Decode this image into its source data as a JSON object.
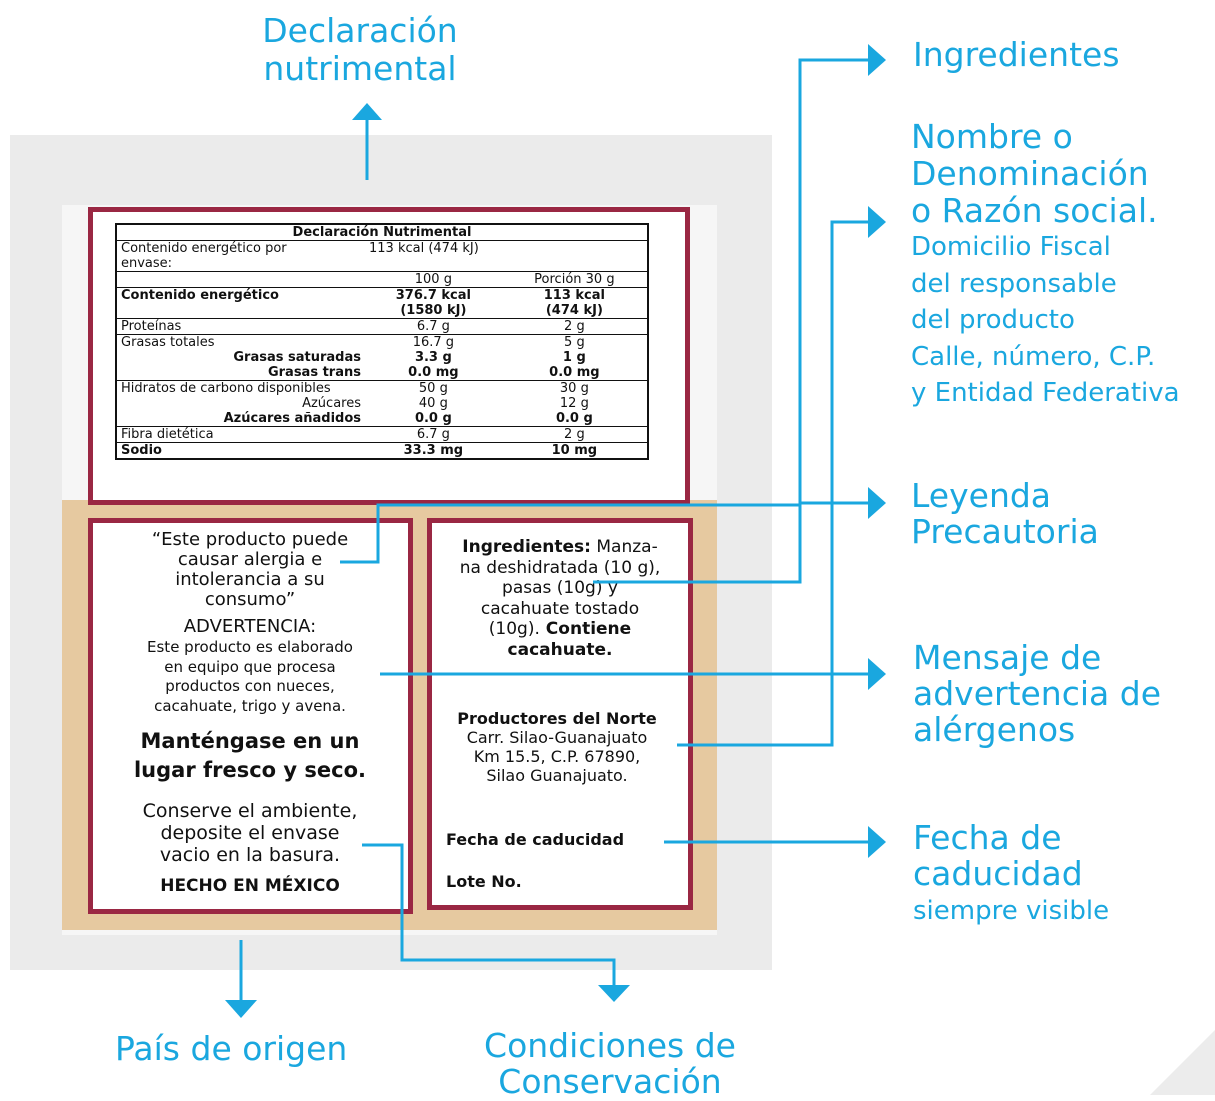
{
  "callouts": {
    "declaracion": [
      "Declaración",
      "nutrimental"
    ],
    "ingredientes": "Ingredientes",
    "nombre": [
      "Nombre o",
      "Denominación",
      "o Razón social."
    ],
    "domicilio": [
      "Domicilio Fiscal",
      "del responsable",
      "del producto",
      "Calle, número, C.P.",
      "y Entidad Federativa"
    ],
    "leyenda": [
      "Leyenda",
      "Precautoria"
    ],
    "mensaje": [
      "Mensaje de",
      "advertencia de",
      "alérgenos"
    ],
    "fecha": [
      "Fecha de",
      "caducidad"
    ],
    "fecha_sub": "siempre visible",
    "pais": "País de origen",
    "condiciones": [
      "Condiciones de",
      "Conservación"
    ]
  },
  "nutrition": {
    "title": "Declaración Nutrimental",
    "energy_per_pack_label_1": "Contenido energético por",
    "energy_per_pack_label_2": "envase:",
    "energy_per_pack_value": "113 kcal (474 kJ)",
    "col_100g": "100 g",
    "col_portion": "Porción 30 g",
    "rows": [
      {
        "label": "Contenido energético",
        "v1": "376.7 kcal",
        "v2": "113 kcal"
      },
      {
        "label": "",
        "v1": "(1580 kJ)",
        "v2": "(474 kJ)"
      },
      {
        "label": "Proteínas",
        "v1": "6.7 g",
        "v2": "2 g"
      },
      {
        "label": "Grasas totales",
        "v1": "16.7 g",
        "v2": "5 g"
      },
      {
        "label": "Grasas saturadas",
        "v1": "3.3 g",
        "v2": "1 g"
      },
      {
        "label": "Grasas trans",
        "v1": "0.0 mg",
        "v2": "0.0 mg"
      },
      {
        "label": "Hidratos de carbono disponibles",
        "v1": "50 g",
        "v2": "30 g"
      },
      {
        "label": "Azúcares",
        "v1": "40 g",
        "v2": "12 g"
      },
      {
        "label": "Azúcares añadidos",
        "v1": "0.0 g",
        "v2": "0.0 g"
      },
      {
        "label": "Fibra dietética",
        "v1": "6.7 g",
        "v2": "2 g"
      },
      {
        "label": "Sodio",
        "v1": "33.3 mg",
        "v2": "10 mg"
      }
    ]
  },
  "left_panel": {
    "quote": [
      "“Este producto puede",
      "causar alergia e",
      "intolerancia a su",
      "consumo”"
    ],
    "advert_title": "ADVERTENCIA:",
    "advert_text": [
      "Este producto es elaborado",
      "en equipo que procesa",
      "productos con nueces,",
      "cacahuate, trigo y avena."
    ],
    "keep": [
      "Manténgase en un",
      "lugar fresco y seco."
    ],
    "conserve": [
      "Conserve el ambiente,",
      "deposite el envase",
      "vacio en la basura."
    ],
    "origin": "HECHO EN MÉXICO"
  },
  "right_panel": {
    "ing_label": "Ingredientes:",
    "ing_text_1": " Manza-",
    "ing_lines": [
      "na deshidratada (10 g),",
      "pasas (10g) y",
      "cacahuate tostado"
    ],
    "ing_last": "(10g).",
    "ing_contains_1": " Contiene",
    "ing_contains_2": "cacahuate.",
    "producer_name": "Productores del Norte",
    "producer_addr": [
      "Carr. Silao-Guanajuato",
      "Km  15.5, C.P. 67890,",
      "Silao Guanajuato."
    ],
    "expiry": "Fecha de caducidad",
    "lot": "Lote No."
  },
  "colors": {
    "accent": "#1aa7df",
    "frame": "#9a2743",
    "kraft": "#e6c9a0"
  }
}
